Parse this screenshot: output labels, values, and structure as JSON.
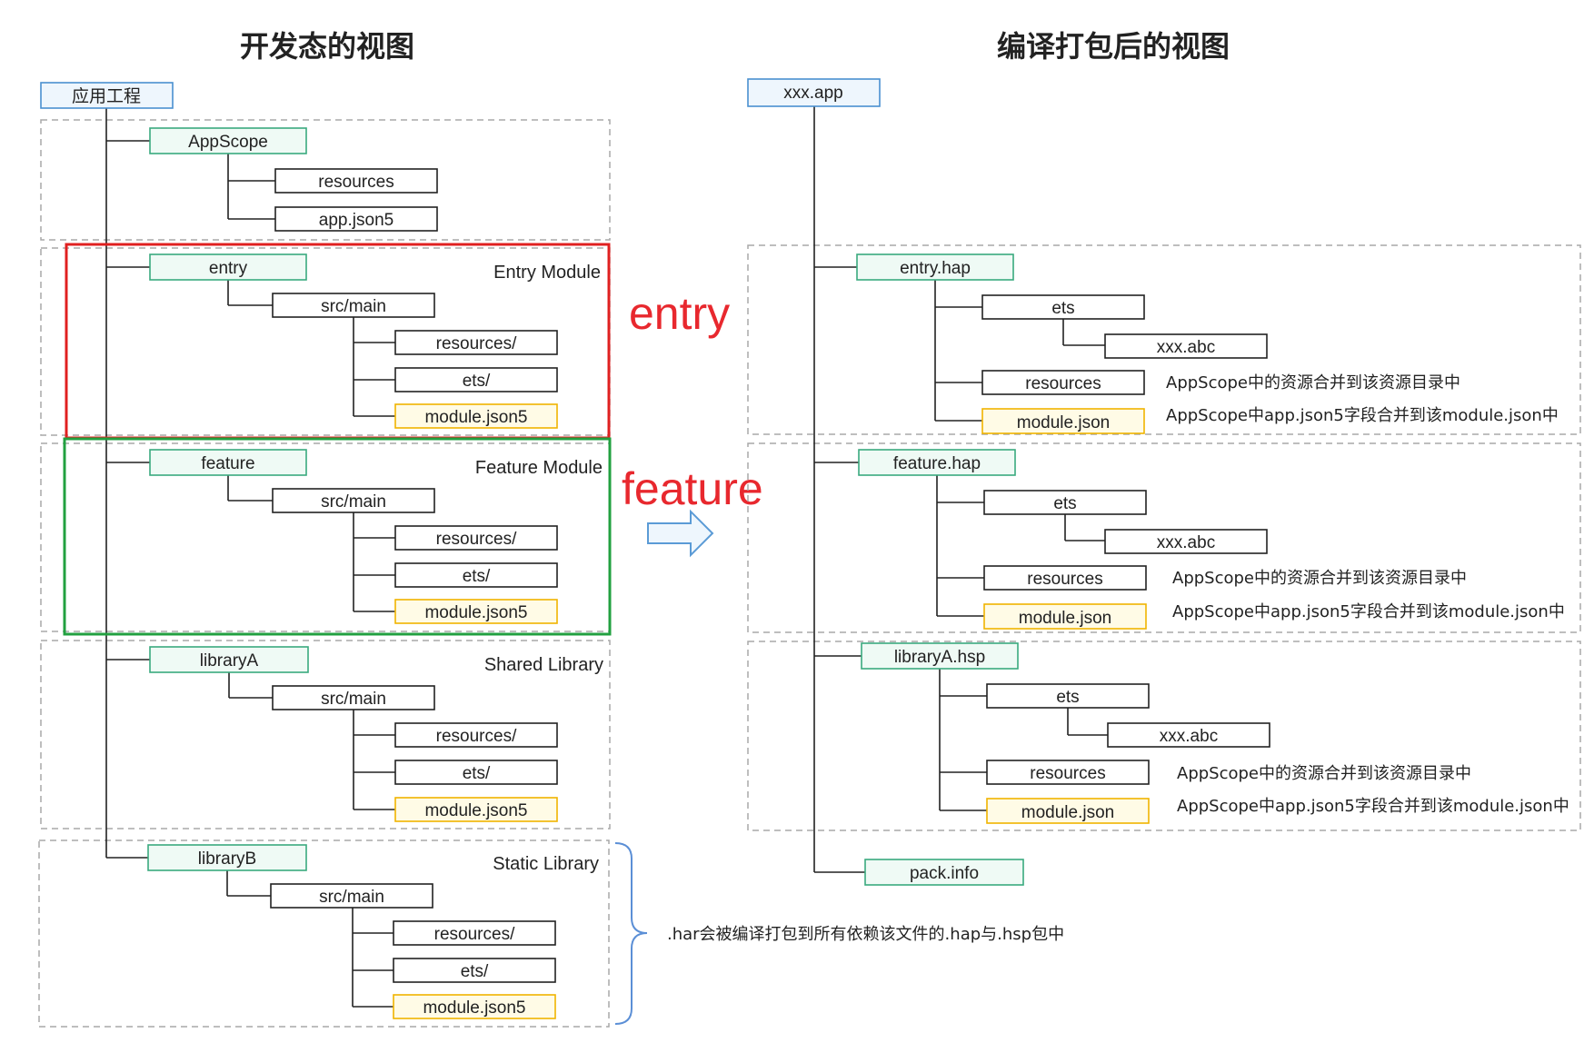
{
  "titles": {
    "left": "开发态的视图",
    "right": "编译打包后的视图"
  },
  "left": {
    "root": "应用工程",
    "appscope": {
      "name": "AppScope",
      "children": [
        "resources",
        "app.json5"
      ]
    },
    "modules": [
      {
        "name": "entry",
        "section_label": "Entry Module",
        "src": "src/main",
        "children": [
          "resources/",
          "ets/",
          "module.json5"
        ]
      },
      {
        "name": "feature",
        "section_label": "Feature Module",
        "src": "src/main",
        "children": [
          "resources/",
          "ets/",
          "module.json5"
        ]
      },
      {
        "name": "libraryA",
        "section_label": "Shared Library",
        "src": "src/main",
        "children": [
          "resources/",
          "ets/",
          "module.json5"
        ]
      },
      {
        "name": "libraryB",
        "section_label": "Static Library",
        "src": "src/main",
        "children": [
          "resources/",
          "ets/",
          "module.json5"
        ]
      }
    ]
  },
  "highlight_labels": {
    "entry": "entry",
    "feature": "feature"
  },
  "har_note": ".har会被编译打包到所有依赖该文件的.hap与.hsp包中",
  "right": {
    "root": "xxx.app",
    "packages": [
      {
        "name": "entry.hap",
        "ets": "ets",
        "abc": "xxx.abc",
        "resources": "resources",
        "module": "module.json",
        "note_resources": "AppScope中的资源合并到该资源目录中",
        "note_module": "AppScope中app.json5字段合并到该module.json中"
      },
      {
        "name": "feature.hap",
        "ets": "ets",
        "abc": "xxx.abc",
        "resources": "resources",
        "module": "module.json",
        "note_resources": "AppScope中的资源合并到该资源目录中",
        "note_module": "AppScope中app.json5字段合并到该module.json中"
      },
      {
        "name": "libraryA.hsp",
        "ets": "ets",
        "abc": "xxx.abc",
        "resources": "resources",
        "module": "module.json",
        "note_resources": "AppScope中的资源合并到该资源目录中",
        "note_module": "AppScope中app.json5字段合并到该module.json中"
      }
    ],
    "pack_info": "pack.info"
  },
  "colors": {
    "blue_fill": "#eef6fd",
    "blue_stroke": "#4a90d0",
    "green_fill": "#effaf5",
    "green_stroke": "#3aaa7f",
    "yellow_fill": "#fffbe6",
    "yellow_stroke": "#f0b400",
    "red_frame": "#e02020",
    "green_frame": "#22a040",
    "dash": "#a8a8a8",
    "line": "#222222",
    "brace": "#5b8fd6"
  }
}
